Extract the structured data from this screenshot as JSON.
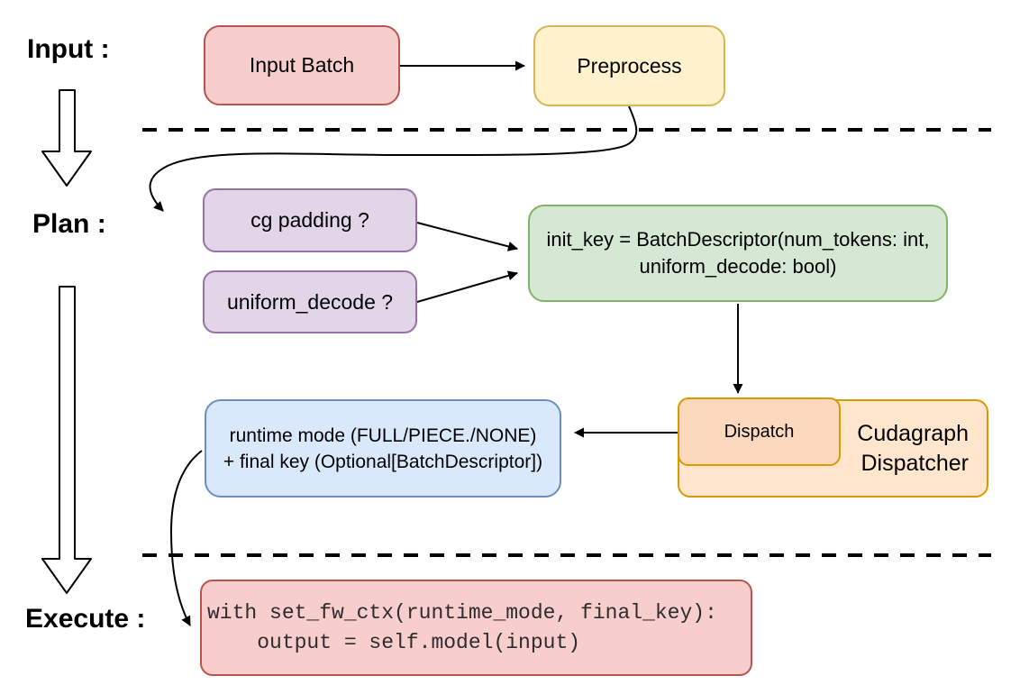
{
  "stages": {
    "input": {
      "label": "Input :"
    },
    "plan": {
      "label": "Plan :"
    },
    "execute": {
      "label": "Execute :"
    }
  },
  "nodes": {
    "input_batch": {
      "label": "Input Batch",
      "fill": "#f8cecc",
      "stroke": "#b85450"
    },
    "preprocess": {
      "label": "Preprocess",
      "fill": "#fff2cc",
      "stroke": "#d6b656"
    },
    "cg_padding": {
      "label": "cg padding ?",
      "fill": "#e1d5e7",
      "stroke": "#9673a6"
    },
    "uniform_decode": {
      "label": "uniform_decode ?",
      "fill": "#e1d5e7",
      "stroke": "#9673a6"
    },
    "init_key": {
      "lines": [
        "init_key = BatchDescriptor(num_tokens: int,",
        "uniform_decode: bool)"
      ],
      "fill": "#d5e8d4",
      "stroke": "#82b366"
    },
    "dispatch": {
      "label": "Dispatch",
      "fill": "#fcd9bd",
      "stroke": "#d79b00"
    },
    "cudagraph_dispatcher": {
      "lines": [
        "Cudagraph",
        "Dispatcher"
      ],
      "fill": "#ffe6cc",
      "stroke": "#d79b00"
    },
    "runtime_result": {
      "lines": [
        "runtime mode (FULL/PIECE./NONE)",
        "+ final key (Optional[BatchDescriptor])"
      ],
      "fill": "#dae8fc",
      "stroke": "#6c8ebf"
    },
    "execute_code": {
      "lines": [
        "with set_fw_ctx(runtime_mode, final_key):",
        "    output = self.model(input)"
      ],
      "fill": "#f8cecc",
      "stroke": "#b85450"
    }
  },
  "connector_color": "#000000"
}
